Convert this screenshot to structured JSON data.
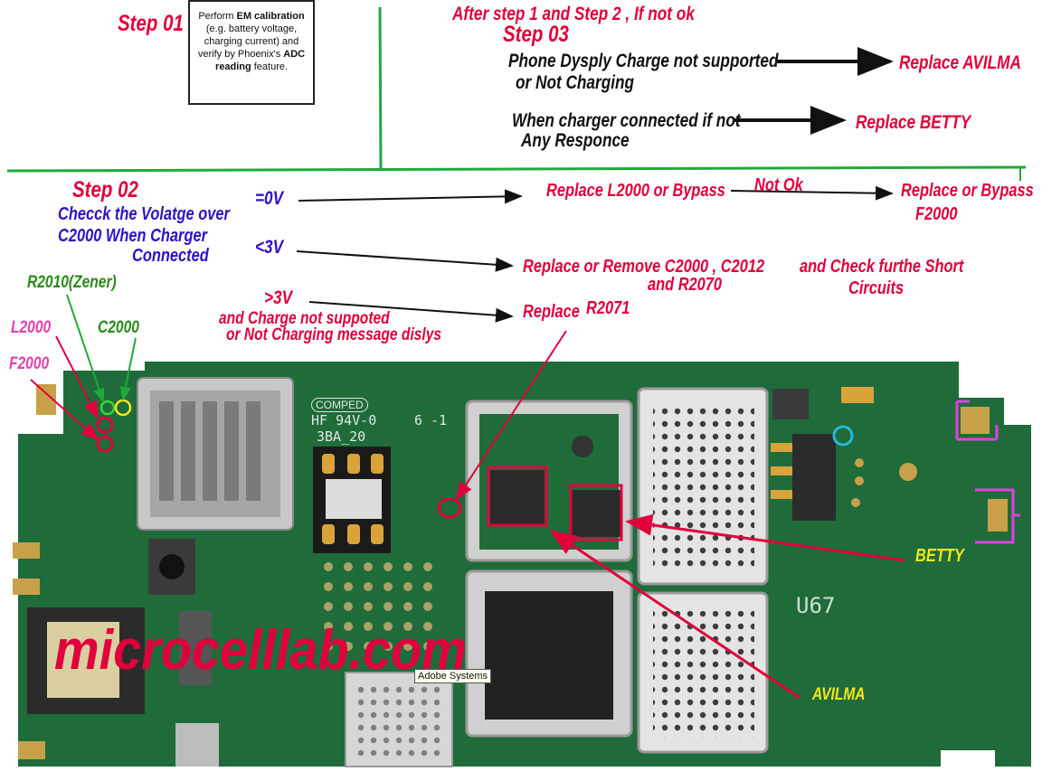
{
  "step01": {
    "label": "Step 01",
    "box_pre": "Perform ",
    "box_b1": "EM calibration",
    "box_mid": " (e.g. battery voltage, charging current) and verify by Phoenix's ",
    "box_b2": "ADC reading",
    "box_post": " feature."
  },
  "step03": {
    "header": "After step 1 and Step 2 , If  not ok",
    "label": "Step 03",
    "cond1_line1": "Phone Dysply Charge not supported",
    "cond1_line2": "or Not Charging",
    "result1": "Replace AVILMA",
    "cond2_line1": "When charger connected if not",
    "cond2_line2": "Any Responce",
    "result2": "Replace BETTY"
  },
  "step02": {
    "label": "Step 02",
    "instr_line1": "Checck the Volatge over",
    "instr_line2": "C2000  When Charger",
    "instr_line3": "Connected",
    "v0": "=0V",
    "v0_result": "Replace L2000 or Bypass",
    "not_ok": "Not Ok",
    "v0_final_line1": "Replace or Bypass",
    "v0_final_line2": "F2000",
    "vlt3": "<3V",
    "vlt3_result_line1": "Replace or Remove C2000 , C2012",
    "vlt3_result_line2": "and R2070",
    "short_line1": "and Check furthe Short",
    "short_line2": "Circuits",
    "vgt3": ">3V",
    "vgt3_cond_line1": "and Charge not suppoted",
    "vgt3_cond_line2": "or Not Charging message dislys",
    "vgt3_result": "Replace",
    "vgt3_part": "R2071"
  },
  "board_labels": {
    "r2010": "R2010(Zener)",
    "l2000": "L2000",
    "c2000": "C2000",
    "f2000": "F2000",
    "betty": "BETTY",
    "avilma": "AVILMA",
    "silk_comped": "COMPED",
    "silk_hf": "HF 94V-0",
    "silk_3ba": "3BA_20",
    "silk_61": "6 -1",
    "silk_u67": "U67"
  },
  "watermark": "microcelllab.com",
  "tooltip": "Adobe Systems",
  "colors": {
    "red": "#e0003c",
    "blue": "#2a14c8",
    "green_line": "#1faa3c",
    "pcb": "#1f6b3a",
    "magenta": "#e040e0",
    "cyan": "#2ab8d8"
  }
}
